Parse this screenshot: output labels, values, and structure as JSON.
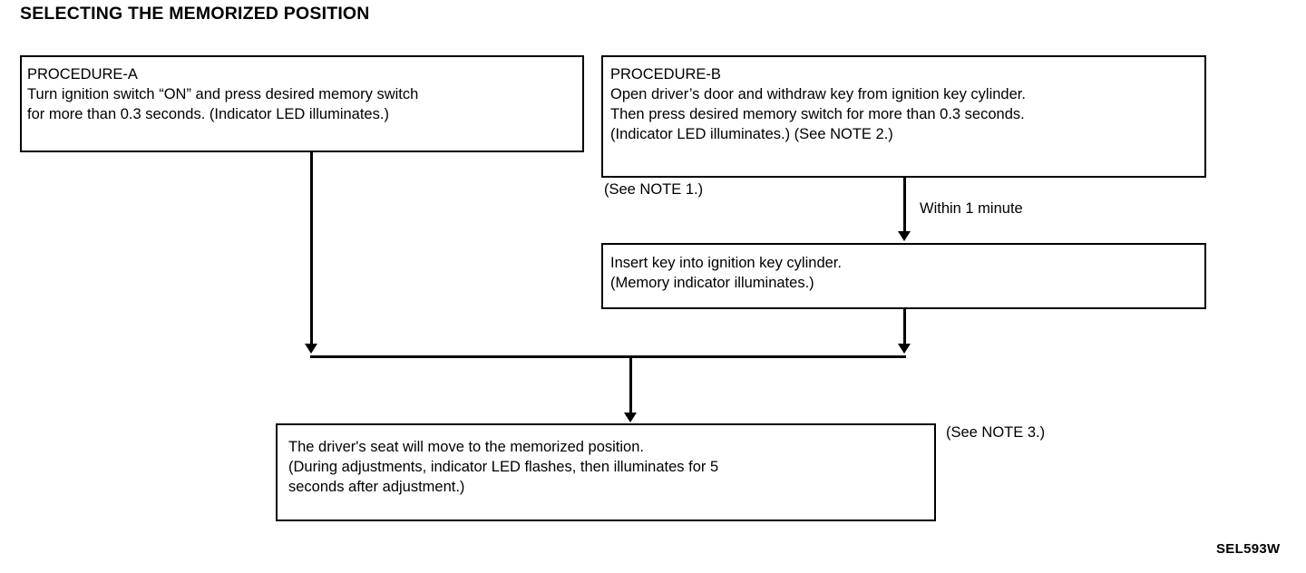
{
  "document": {
    "title": "SELECTING THE MEMORIZED POSITION",
    "figure_code": "SEL593W"
  },
  "boxes": {
    "procedure_a": {
      "heading": "PROCEDURE-A",
      "line1": "Turn ignition switch “ON” and press desired memory switch",
      "line2": "for more than 0.3 seconds. (Indicator LED illuminates.)"
    },
    "procedure_b": {
      "heading": "PROCEDURE-B",
      "line1": "Open driver’s door and withdraw key from ignition key cylinder.",
      "line2": "Then press desired memory switch for more than 0.3 seconds.",
      "line3": "(Indicator LED illuminates.) (See NOTE 2.)"
    },
    "insert_key": {
      "line1": "Insert key into ignition key cylinder.",
      "line2": "(Memory indicator illuminates.)"
    },
    "result": {
      "line1": "The driver's seat will move to the memorized position.",
      "line2": "(During adjustments, indicator LED flashes, then illuminates for 5",
      "line3": "seconds after adjustment.)"
    }
  },
  "annotations": {
    "note1": "(See NOTE 1.)",
    "note3": "(See NOTE 3.)",
    "within_one_minute": "Within 1 minute"
  }
}
